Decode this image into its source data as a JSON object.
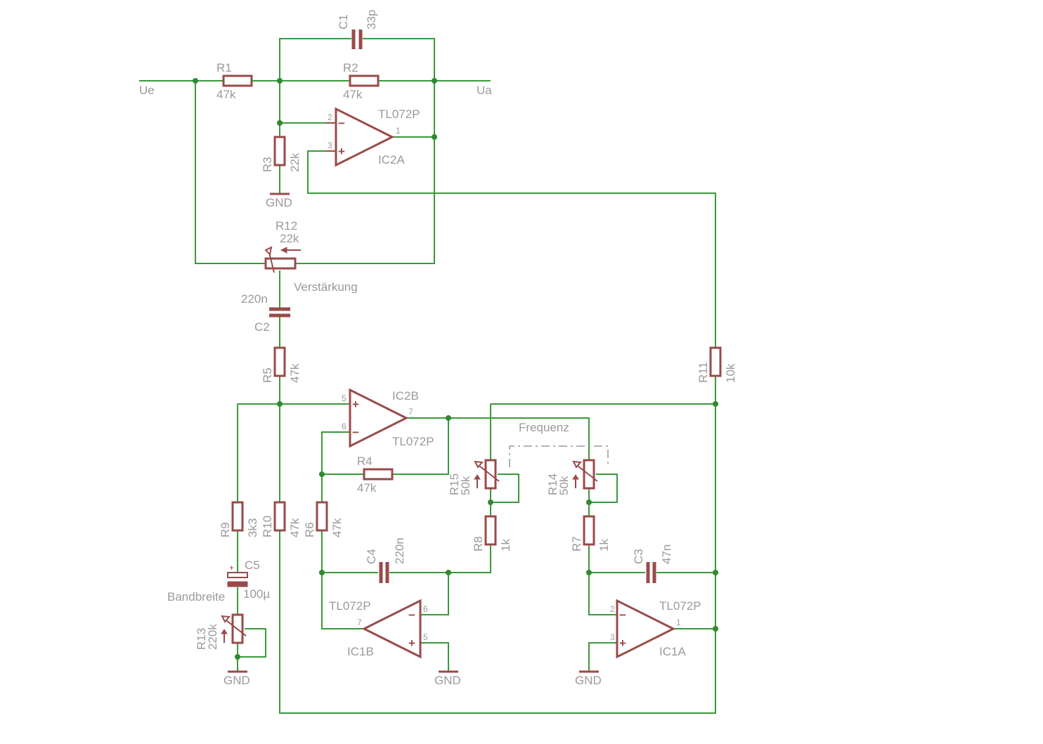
{
  "colors": {
    "wire": "#3a9a3a",
    "component": "#9a4a4a",
    "text": "#9a9a9a",
    "junction": "#2f8a2f"
  },
  "labels": {
    "ue": "Ue",
    "ua": "Ua",
    "gnd": "GND",
    "c1": "C1",
    "c1v": "33p",
    "r1": "R1",
    "r1v": "47k",
    "r2": "R2",
    "r2v": "47k",
    "r3": "R3",
    "r3v": "22k",
    "ic2a_type": "TL072P",
    "ic2a": "IC2A",
    "r12": "R12",
    "r12v": "22k",
    "verstaerkung": "Verstärkung",
    "c2": "C2",
    "c2v": "220n",
    "r5": "R5",
    "r5v": "47k",
    "ic2b": "IC2B",
    "ic2b_type": "TL072P",
    "r4": "R4",
    "r4v": "47k",
    "frequenz": "Frequenz",
    "r15": "R15",
    "r15v": "50k",
    "r14": "R14",
    "r14v": "50k",
    "r11": "R11",
    "r11v": "10k",
    "r9": "R9",
    "r9v": "3k3",
    "r10": "R10",
    "r10v": "47k",
    "r6": "R6",
    "r6v": "47k",
    "r8": "R8",
    "r8v": "1k",
    "r7": "R7",
    "r7v": "1k",
    "c4": "C4",
    "c4v": "220n",
    "c3": "C3",
    "c3v": "47n",
    "c5": "C5",
    "c5v": "100µ",
    "bandbreite": "Bandbreite",
    "r13": "R13",
    "r13v": "220k",
    "ic1b_type": "TL072P",
    "ic1b": "IC1B",
    "ic1a_type": "TL072P",
    "ic1a": "IC1A"
  },
  "pins": {
    "p1": "1",
    "p2": "2",
    "p3": "3",
    "p5": "5",
    "p6": "6",
    "p7": "7"
  },
  "op_signs": {
    "plus": "+",
    "minus": "−",
    "cap_plus": "+"
  }
}
